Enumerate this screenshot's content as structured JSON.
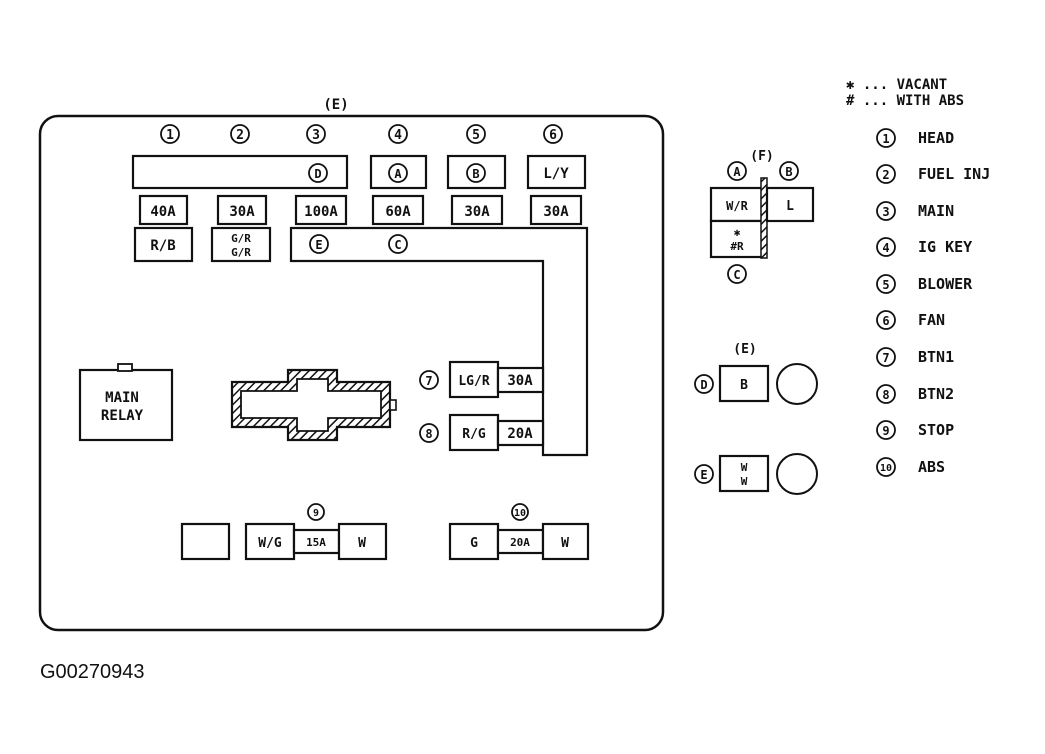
{
  "figure_code": "G00270943",
  "notes": {
    "vacant": "✱ ... VACANT",
    "with_abs": "# ... WITH ABS"
  },
  "legend": [
    {
      "num": "1",
      "label": "HEAD"
    },
    {
      "num": "2",
      "label": "FUEL INJ"
    },
    {
      "num": "3",
      "label": "MAIN"
    },
    {
      "num": "4",
      "label": "IG KEY"
    },
    {
      "num": "5",
      "label": "BLOWER"
    },
    {
      "num": "6",
      "label": "FAN"
    },
    {
      "num": "7",
      "label": "BTN1"
    },
    {
      "num": "8",
      "label": "BTN2"
    },
    {
      "num": "9",
      "label": "STOP"
    },
    {
      "num": "10",
      "label": "ABS"
    }
  ],
  "main_block": {
    "label": "(E)",
    "top_numbers": [
      "1",
      "2",
      "3",
      "4",
      "5",
      "6"
    ],
    "bus_d": "D",
    "conn_a": "A",
    "conn_b": "B",
    "wire_ly": "L/Y",
    "ratings": [
      "40A",
      "30A",
      "100A",
      "60A",
      "30A",
      "30A"
    ],
    "wire_rb": "R/B",
    "wire_gr_1": "G/R",
    "wire_gr_2": "G/R",
    "bus_e": "E",
    "bus_c": "C",
    "relay_line1": "MAIN",
    "relay_line2": "RELAY",
    "fuse7_num": "7",
    "fuse7_wire": "LG/R",
    "fuse7_rating": "30A",
    "fuse8_num": "8",
    "fuse8_wire": "R/G",
    "fuse8_rating": "20A",
    "fuse9_num": "9",
    "fuse9_wire_left": "W/G",
    "fuse9_rating": "15A",
    "fuse9_wire_right": "W",
    "fuse10_num": "10",
    "fuse10_wire_left": "G",
    "fuse10_rating": "20A",
    "fuse10_wire_right": "W"
  },
  "connector_f": {
    "label": "(F)",
    "pin_a": "A",
    "pin_b": "B",
    "pin_c": "C",
    "wire_wr": "W/R",
    "wire_l": "L",
    "star": "✱",
    "wire_sr": "#R"
  },
  "connector_e": {
    "label": "(E)",
    "pin_d": "D",
    "wire_b": "B",
    "pin_e": "E",
    "wire_w1": "W",
    "wire_w2": "W"
  }
}
